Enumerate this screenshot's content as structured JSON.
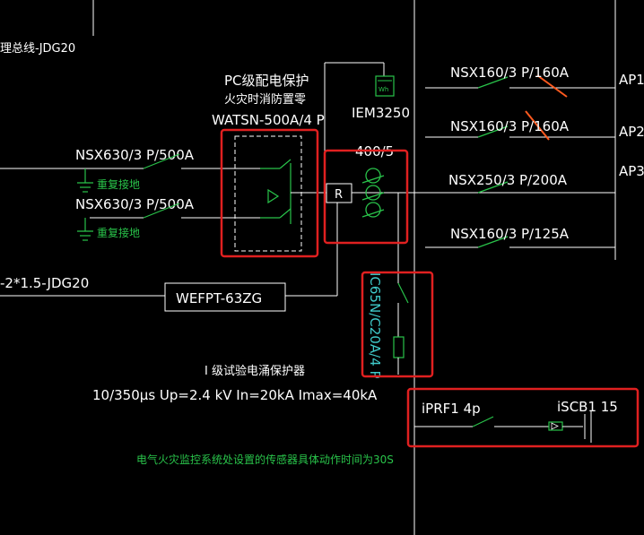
{
  "colors": {
    "background": "#000000",
    "wire": "#ffffff",
    "symbol": "#29c34a",
    "highlight_box": "#e02020",
    "annotation_mark": "#ff5a1f",
    "cyan_label": "#3fc9c9"
  },
  "labels": {
    "feeder_conduit": "理总线-JDG20",
    "pc_protect_line1": "PC级配电保护",
    "pc_protect_line2": "火灾时消防置零",
    "atse_model": "WATSN-500A/4 P",
    "meter_model": "IEM3250",
    "meter_symbol": "Wh",
    "ct_ratio": "400/5",
    "relay_symbol": "R",
    "incoming_breaker_1": "NSX630/3 P/500A",
    "incoming_breaker_2": "NSX630/3 P/500A",
    "ground_1": "重复接地",
    "ground_2": "重复接地",
    "control_conduit": "-2*1.5-JDG20",
    "control_device": "WEFPT-63ZG",
    "spd_breaker": "IC65N/C20A/4 P",
    "spd_title": "I 级试验电涌保护器",
    "spd_params": "10/350µs Up=2.4 kV In=20kA Imax=40kA",
    "spd_model": "iPRF1 4p",
    "spd_backup": "iSCB1 15",
    "fire_note": "电气火灾监控系统处设置的传感器具体动作时间为30S"
  },
  "outgoing": [
    {
      "breaker": "NSX160/3 P/160A",
      "circuit": "AP1"
    },
    {
      "breaker": "NSX160/3 P/160A",
      "circuit": "AP2"
    },
    {
      "breaker": "NSX250/3 P/200A",
      "circuit": "AP3"
    },
    {
      "breaker": "NSX160/3 P/125A",
      "circuit": ""
    }
  ]
}
